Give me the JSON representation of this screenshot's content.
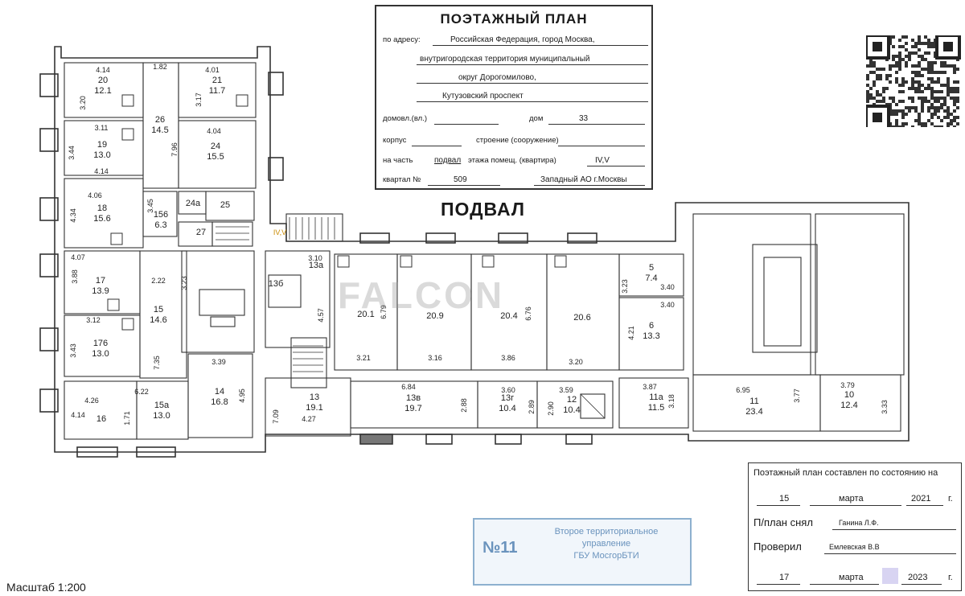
{
  "header": {
    "title": "ПОЭТАЖНЫЙ ПЛАН",
    "address_label": "по адресу:",
    "address_1": "Российская Федерация, город Москва,",
    "address_2": "внутригородская территория муниципальный",
    "address_3": "округ Дорогомилово,",
    "address_4": "Кутузовский проспект",
    "domovl_label": "домовл.(вл.)",
    "dom_label": "дом",
    "dom_value": "33",
    "korpus_label": "корпус",
    "stroenie_label": "строение (сооружение)",
    "part_label": "на часть",
    "part_value": "подвал",
    "part_middle": "этажа помещ. (квартира)",
    "part_rooms": "IV,V",
    "kvartal_label": "квартал №",
    "kvartal_value": "509",
    "district": "Западный АО г.Москвы"
  },
  "floor_title": "ПОДВАЛ",
  "watermark": "FALCON",
  "scale": "Масштаб 1:200",
  "rooms": [
    {
      "num": "20",
      "area": "12.1",
      "dims": [
        "4.14",
        "3.20"
      ]
    },
    {
      "num": "21",
      "area": "11.7",
      "dims": [
        "4.01",
        "3.17"
      ]
    },
    {
      "num": "26",
      "area": "14.5",
      "dims": [
        "1.82",
        "7.96"
      ]
    },
    {
      "num": "19",
      "area": "13.0",
      "dims": [
        "3.11",
        "3.44",
        "4.14"
      ]
    },
    {
      "num": "24",
      "area": "15.5",
      "dims": [
        "4.04"
      ]
    },
    {
      "num": "18",
      "area": "15.6",
      "dims": [
        "4.06",
        "4.34"
      ]
    },
    {
      "num": "156",
      "area": "6.3",
      "dims": [
        "3.45"
      ]
    },
    {
      "num": "24a",
      "area": "",
      "dims": []
    },
    {
      "num": "25",
      "area": "",
      "dims": []
    },
    {
      "num": "27",
      "area": "",
      "dims": []
    },
    {
      "num": "17",
      "area": "13.9",
      "dims": [
        "4.07",
        "3.88"
      ]
    },
    {
      "num": "15",
      "area": "14.6",
      "dims": [
        "2.22",
        "3.23"
      ]
    },
    {
      "num": "176",
      "area": "13.0",
      "dims": [
        "3.12",
        "3.43"
      ]
    },
    {
      "num": "14",
      "area": "16.8",
      "dims": [
        "3.39",
        "4.95"
      ]
    },
    {
      "num": "15a",
      "area": "13.0",
      "dims": [
        "6.22",
        "7.35"
      ]
    },
    {
      "num": "16",
      "area": "",
      "dims": [
        "4.26",
        "4.14",
        "1.71"
      ]
    },
    {
      "num": "13a",
      "area": "",
      "dims": [
        "3.10"
      ]
    },
    {
      "num": "13б",
      "area": "",
      "dims": [
        "4.57"
      ]
    },
    {
      "num": "13",
      "area": "19.1",
      "dims": [
        "7.09",
        "4.27"
      ]
    },
    {
      "num": "13в",
      "area": "19.7",
      "dims": [
        "6.84",
        "2.88"
      ]
    },
    {
      "num": "13г",
      "area": "10.4",
      "dims": [
        "3.60",
        "2.89"
      ]
    },
    {
      "num": "12",
      "area": "10.4",
      "dims": [
        "3.59",
        "2.90"
      ]
    },
    {
      "num": "11а",
      "area": "11.5",
      "dims": [
        "3.87",
        "3.18"
      ]
    },
    {
      "num": "11",
      "area": "23.4",
      "dims": [
        "6.95",
        "3.77"
      ]
    },
    {
      "num": "10",
      "area": "12.4",
      "dims": [
        "3.79",
        "3.33"
      ]
    },
    {
      "num": "5",
      "area": "7.4",
      "dims": [
        "3.40",
        "3.23"
      ]
    },
    {
      "num": "6",
      "area": "13.3",
      "dims": [
        "3.40",
        "4.21"
      ]
    }
  ],
  "cells": [
    {
      "text": "20.1",
      "dims": [
        "6.79",
        "3.21"
      ]
    },
    {
      "text": "20.9",
      "dims": [
        "3.16"
      ]
    },
    {
      "text": "20.4",
      "dims": [
        "6.76",
        "3.86"
      ]
    },
    {
      "text": "20.6",
      "dims": [
        "3.20"
      ]
    }
  ],
  "section_mark": "IV,V",
  "state": {
    "line1": "Поэтажный план составлен по состоянию на",
    "day1": "15",
    "month1": "марта",
    "year1": "2021",
    "year_suffix": "г.",
    "taken_label": "П/план снял",
    "taken_by": "Ганина Л.Ф.",
    "checked_label": "Проверил",
    "checked_by": "Емлевская В.В",
    "day2": "17",
    "month2": "марта",
    "year2": "2023"
  },
  "stamp": {
    "number": "№11",
    "line1": "Второе территориальное",
    "line2": "управление",
    "line3": "ГБУ МосгорБТИ"
  }
}
